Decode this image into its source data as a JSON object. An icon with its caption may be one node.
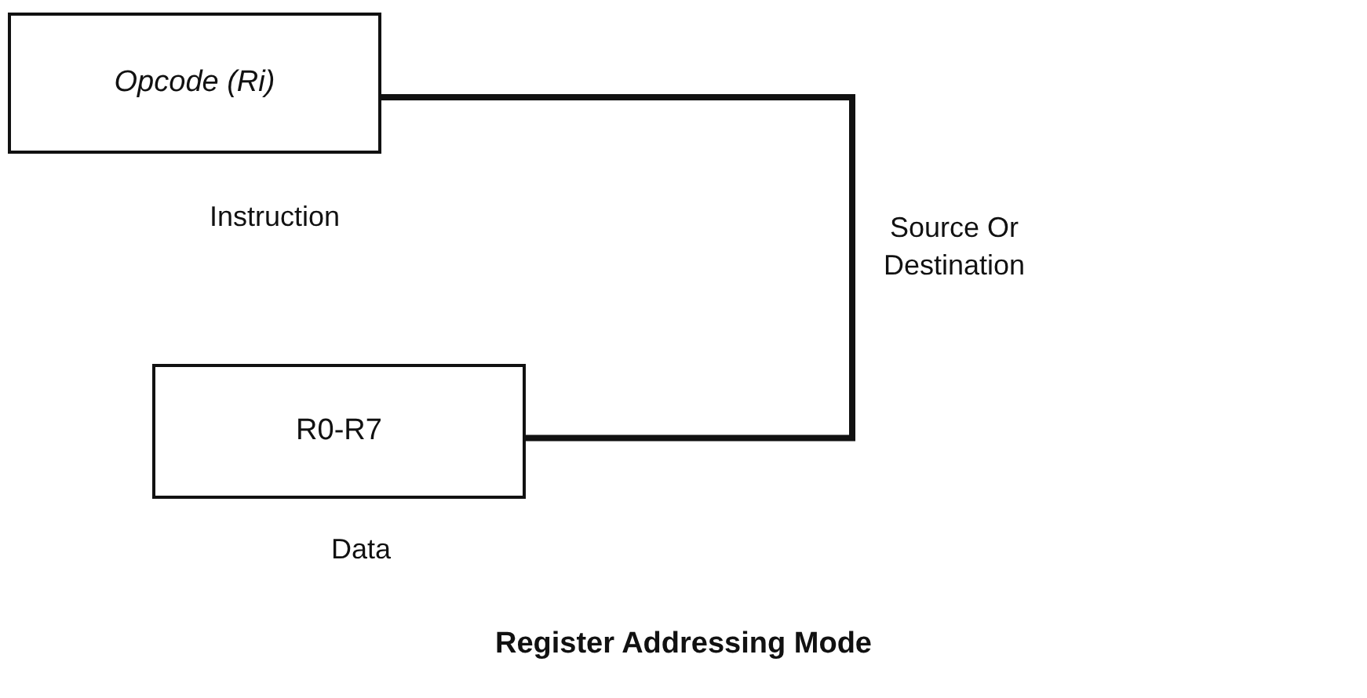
{
  "diagram": {
    "caption": "Register Addressing Mode",
    "nodes": [
      {
        "text": [
          "Opcode (Ri)"
        ],
        "beside": [
          "Instruction"
        ]
      },
      {
        "text": [
          "R0-R7"
        ],
        "beside": [
          "Data"
        ]
      }
    ],
    "edges": [
      {
        "from": 0,
        "to": 1,
        "arrow": "none",
        "label": "Source Or Destination"
      }
    ]
  }
}
